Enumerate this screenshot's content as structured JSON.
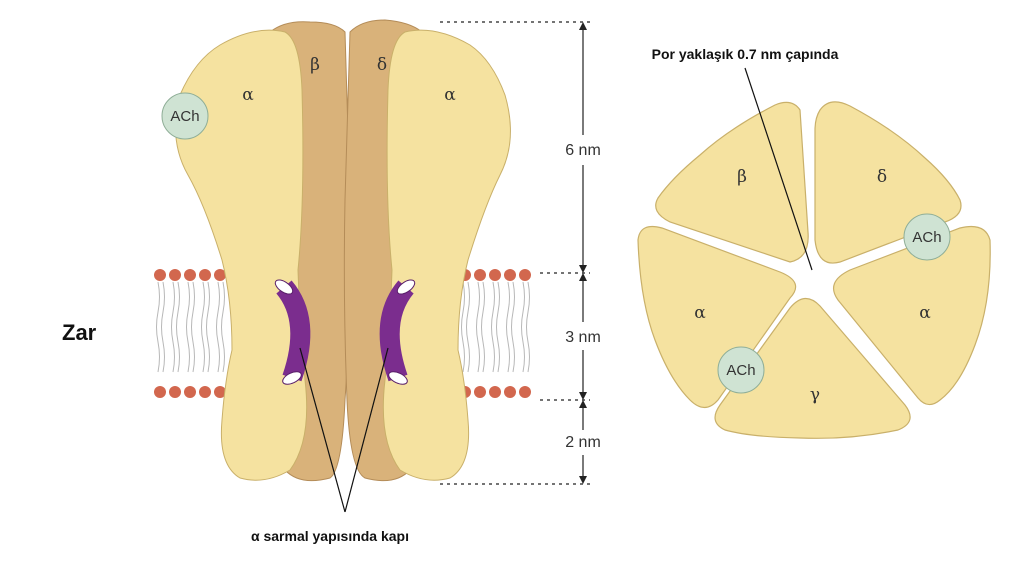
{
  "membrane_label": "Zar",
  "pore_label": "Por yaklaşık 0.7 nm çapında",
  "gate_label": "α sarmal yapısında kapı",
  "side_view": {
    "subunits": {
      "alpha_left": "α",
      "beta": "β",
      "delta": "δ",
      "alpha_right": "α"
    },
    "ach": "ACh"
  },
  "dimensions": {
    "top": "6 nm",
    "middle": "3 nm",
    "bottom": "2 nm"
  },
  "top_view": {
    "beta": "β",
    "delta": "δ",
    "alpha_left": "α",
    "alpha_right": "α",
    "gamma": "γ",
    "ach_right": "ACh",
    "ach_bottom": "ACh"
  },
  "colors": {
    "alpha_fill": "#f5e2a0",
    "beta_delta_fill": "#d9b27a",
    "ach_fill": "#cfe3d3",
    "helix": "#7b2d8e",
    "lipid_head": "#d2674e"
  }
}
